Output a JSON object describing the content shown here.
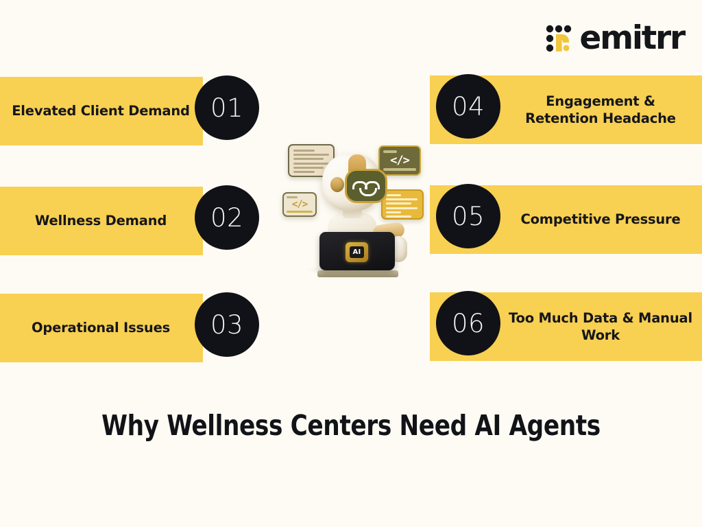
{
  "background_color": "#FDFBF4",
  "accent_yellow": "#F8D052",
  "ink_black": "#111217",
  "brand": {
    "name": "emitrr",
    "mark_name": "emitrr-logo-mark",
    "mark_dot_color": "#15161A",
    "mark_accent_color": "#F2C63C"
  },
  "cards": [
    {
      "number": "01",
      "label": "Elevated Client Demand",
      "side": "left"
    },
    {
      "number": "02",
      "label": "Wellness Demand",
      "side": "left"
    },
    {
      "number": "03",
      "label": "Operational Issues",
      "side": "left"
    },
    {
      "number": "04",
      "label": "Engagement & Retention Headache",
      "side": "right"
    },
    {
      "number": "05",
      "label": "Competitive Pressure",
      "side": "right"
    },
    {
      "number": "06",
      "label": "Too Much Data & Manual Work",
      "side": "right"
    }
  ],
  "title": "Why Wellness Centers Need AI Agents",
  "illustration": {
    "name": "ai-robot-with-laptop",
    "chip_label": "AI",
    "code_glyph": "</>",
    "panels": [
      {
        "name": "text-list-panel-top-left",
        "kind": "list"
      },
      {
        "name": "code-panel-top-right",
        "kind": "code"
      },
      {
        "name": "code-panel-mid-left",
        "kind": "code"
      },
      {
        "name": "list-panel-mid-right",
        "kind": "list"
      }
    ]
  }
}
